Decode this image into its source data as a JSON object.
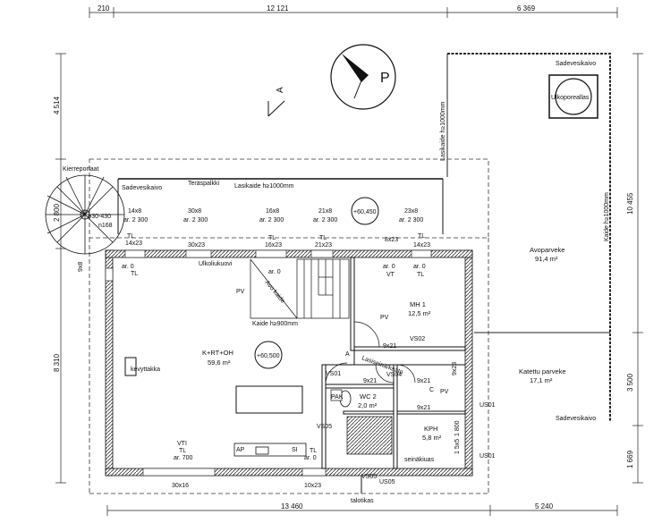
{
  "dimensions": {
    "top": [
      "210",
      "12 121",
      "6 369"
    ],
    "bottom": [
      "13 460",
      "5 240"
    ],
    "left": [
      "4 514",
      "2 800",
      "8 310"
    ],
    "right": [
      "10 455",
      "3 500",
      "1 800",
      "1 5x5",
      "1 669"
    ]
  },
  "north_arrow": {
    "label": "P",
    "section_mark": "A"
  },
  "labels": {
    "kierreportaat": "Kierreportaat",
    "stair_size": "ø30-430",
    "stair_step": "n168",
    "sadevesikaivo": "Sadevesikaivo",
    "teraspalkki": "Teräspalkki",
    "lasikaide": "Lasikaide h≥1000mm",
    "lasikaide_vertical": "Lasikaide h≥1000mm",
    "kaide_vertical": "Kaide h≥1000mm",
    "ulkoporealla": "Ulkoporeallas",
    "sadevesikaivo_top": "Sadevesikaivo",
    "sadevesikaivo_bottom": "Sadevesikaivo",
    "ulkoliukuovi": "Ulkoliukuovi",
    "kaide_h900": "Kaide h≥900mm",
    "avo_kaide": "Avo kaide",
    "talotikas": "talotikas",
    "seinakiuas": "seinäkiuas",
    "lasiseinat": "Lasiseinä/kaato",
    "kevyttakka": "kevyttakka",
    "vti_1": "VTI",
    "vti_2": "TL",
    "vti_3": "ar. 700",
    "tl_small": "TL",
    "ar0": "ar. 0"
  },
  "beams": [
    {
      "size": "14x8",
      "area": "ar. 2 300"
    },
    {
      "size": "30x8",
      "area": "ar. 2 300"
    },
    {
      "size": "16x8",
      "area": "ar. 2 300"
    },
    {
      "size": "21x8",
      "area": "ar. 2 300"
    },
    {
      "size": "23x8",
      "area": "ar. 2 300"
    }
  ],
  "windows": {
    "w14x23": "14x23",
    "w30x23": "30x23",
    "w16x23": "16x23",
    "w21x23": "21x23",
    "w8x23": "8x23",
    "w14x23b": "14x23",
    "w9x8": "9x8",
    "w9x21": "9x21",
    "w9x21b": "9x21",
    "w9x21c": "9x21",
    "w9x21d": "9x21",
    "w9x23": "9x23",
    "w30x16": "30x16",
    "w10x23": "10x23",
    "tl1": "TL",
    "tl2": "TL",
    "tl3": "TL",
    "tl4": "TL"
  },
  "rooms": {
    "khoh": {
      "name": "K+RT+OH",
      "area": "59,6 m²"
    },
    "mh1": {
      "name": "MH 1",
      "area": "12,5 m²"
    },
    "wc2": {
      "name": "WC 2",
      "area": "2,0 m²"
    },
    "kph": {
      "name": "KPH",
      "area": "5,8 m²"
    },
    "avoparveke": {
      "name": "Avoparveke",
      "area": "91,4 m²"
    },
    "katettu": {
      "name": "Katettu parveke",
      "area": "17,1 m²"
    }
  },
  "levels": {
    "upper": "+60,450",
    "main": "+60,500"
  },
  "codes": {
    "vs01": "VS01",
    "vs02": "VS02",
    "vs04": "VS04",
    "vs05a": "VS05",
    "vs05b": "VS05",
    "us01a": "US01",
    "us01b": "US01",
    "us05": "US05",
    "vt": "VT",
    "pv1": "PV",
    "pv2": "PV",
    "pv3": "PV",
    "pak": "PAK",
    "ap": "AP",
    "si": "SI",
    "a_mark": "A",
    "c_mark": "C"
  }
}
